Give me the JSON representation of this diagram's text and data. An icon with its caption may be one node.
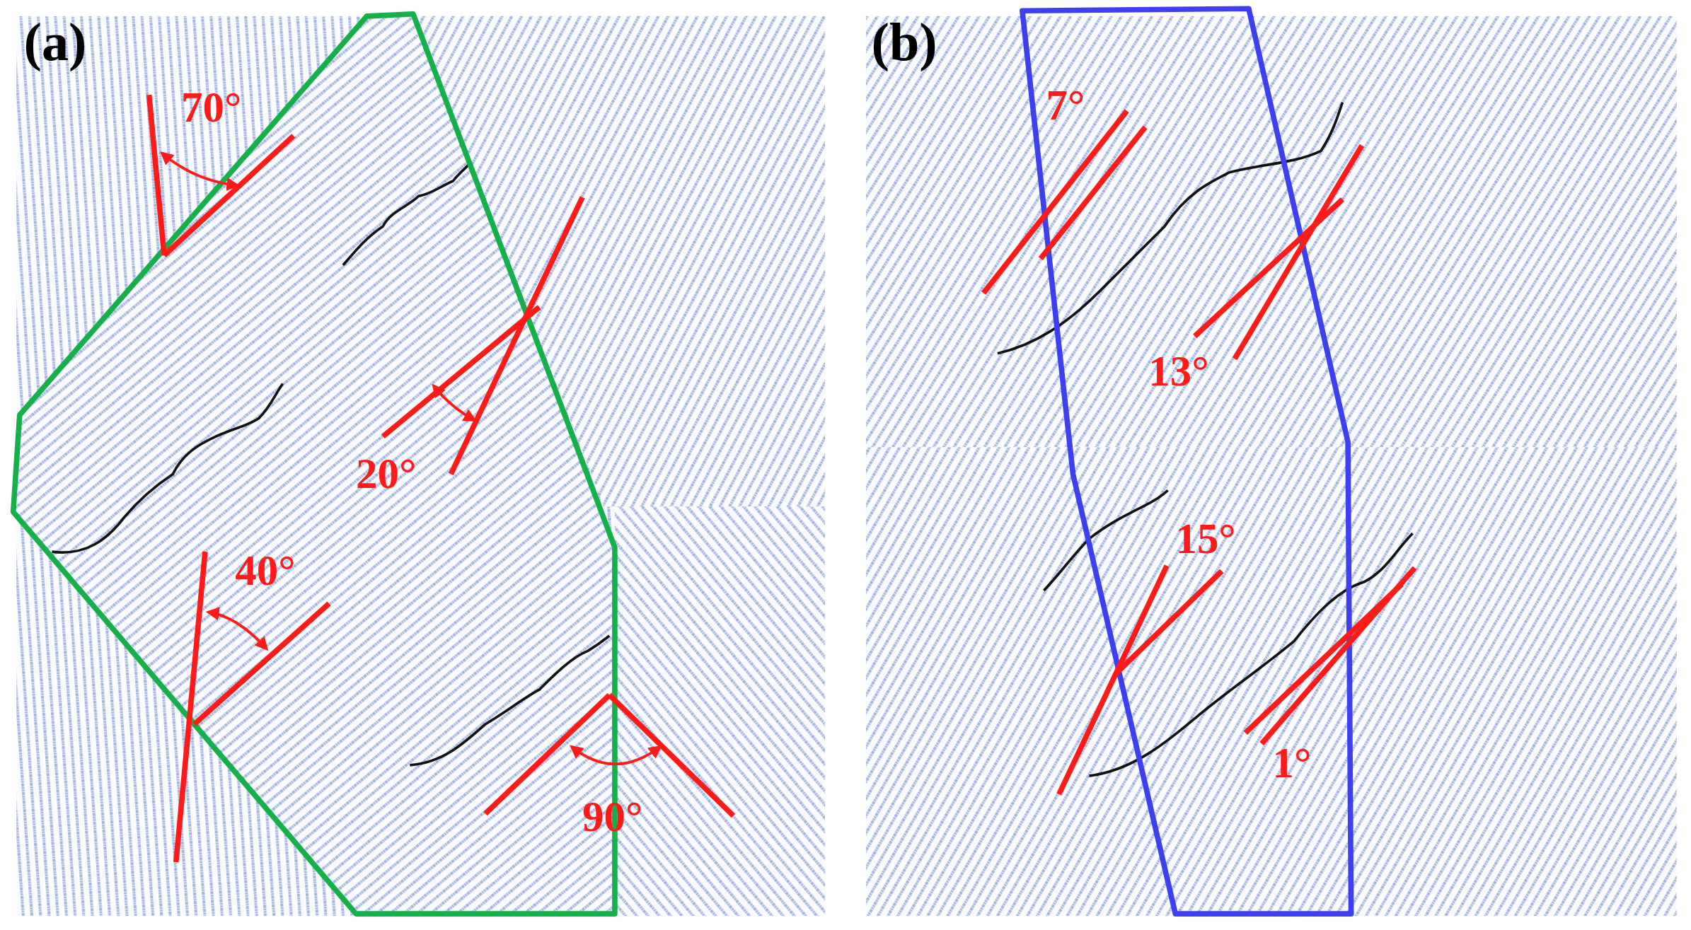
{
  "diagram": {
    "labels": [
      "(a)",
      "70°",
      "20°",
      "40°",
      "90°",
      "(b)",
      "7°",
      "13°",
      "15°",
      "1°"
    ]
  }
}
